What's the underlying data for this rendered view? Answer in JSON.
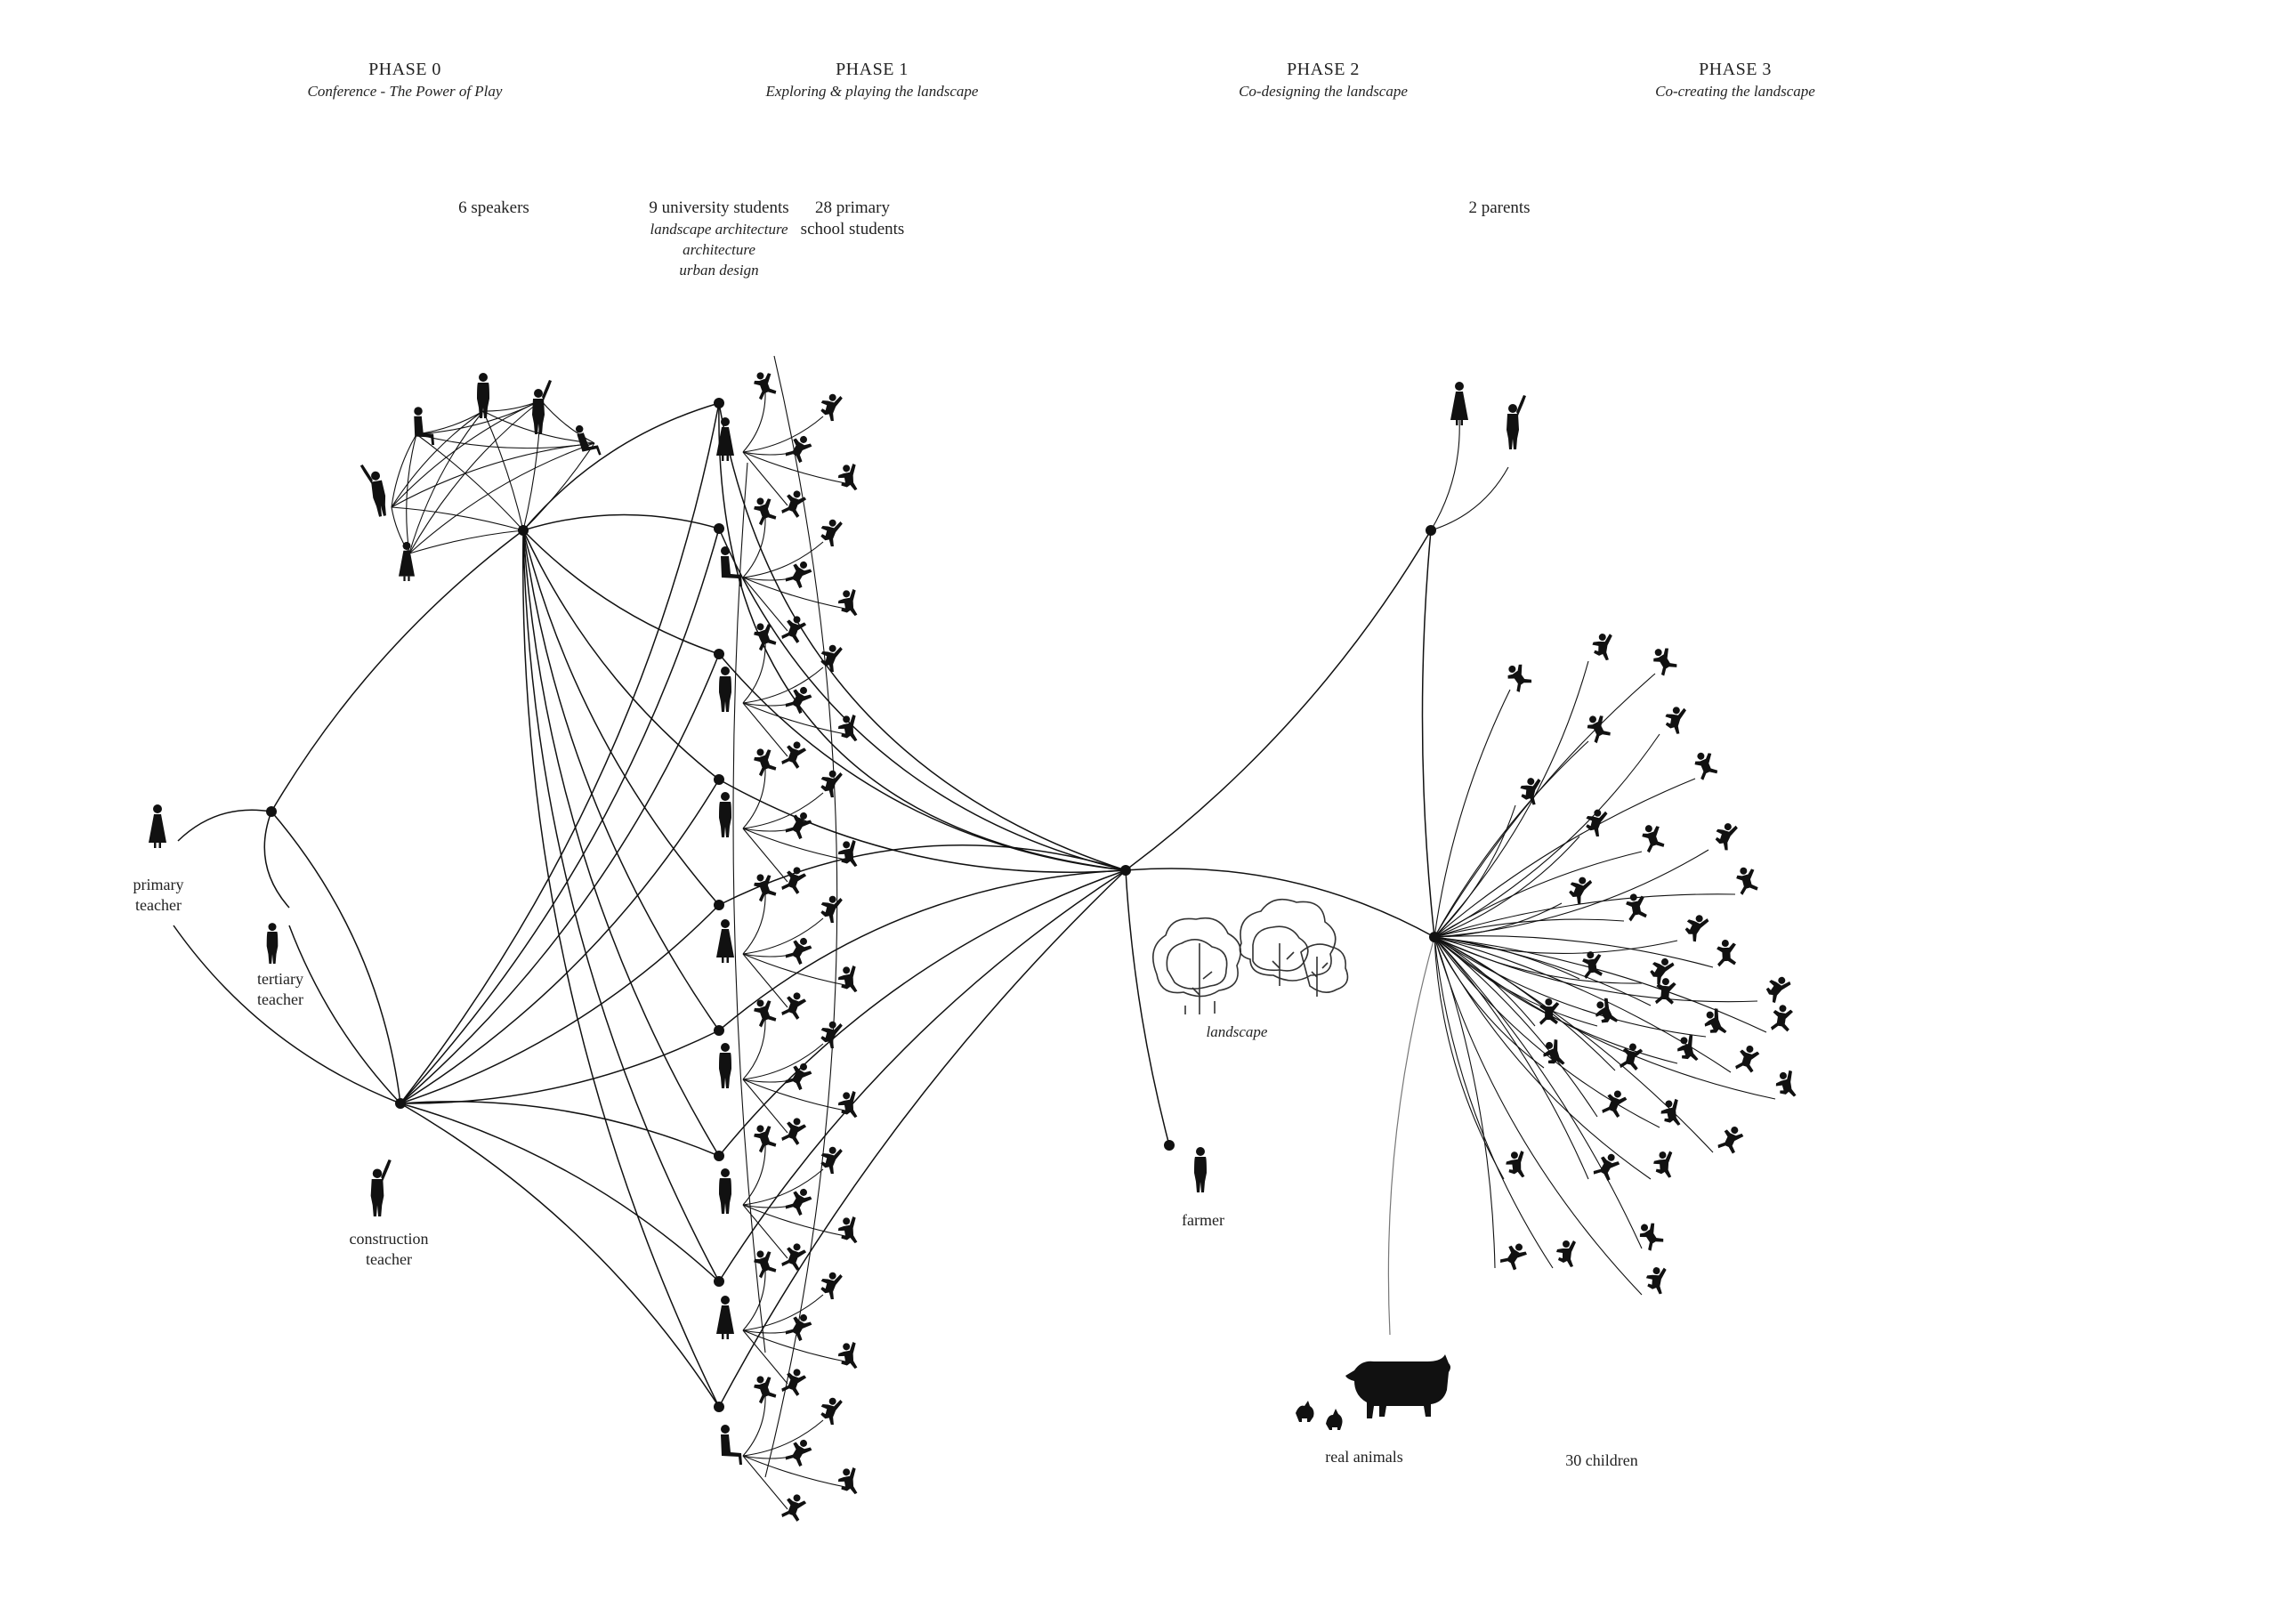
{
  "phases": [
    {
      "title": "PHASE 0",
      "subtitle": "Conference - The Power of  Play"
    },
    {
      "title": "PHASE 1",
      "subtitle": "Exploring & playing the landscape"
    },
    {
      "title": "PHASE 2",
      "subtitle": "Co-designing the landscape"
    },
    {
      "title": "PHASE 3",
      "subtitle": "Co-creating the landscape"
    }
  ],
  "groups": {
    "speakers": "6 speakers",
    "university_students": "9 university students",
    "disciplines": [
      "landscape architecture",
      "architecture",
      "urban design"
    ],
    "primary_students_line1": "28 primary",
    "primary_students_line2": "school students",
    "parents": "2 parents",
    "children": "30 children"
  },
  "actors": {
    "primary_teacher": [
      "primary",
      "teacher"
    ],
    "tertiary_teacher": [
      "tertiary",
      "teacher"
    ],
    "construction_teacher": [
      "construction",
      "teacher"
    ],
    "farmer": "farmer",
    "landscape": "landscape",
    "real_animals": "real animals"
  },
  "icons": {
    "standing_adult": "standing-person-icon",
    "child": "playing-child-icon",
    "trees": "trees-icon",
    "pig": "pig-icon",
    "small_animal": "small-animal-icon"
  },
  "colors": {
    "ink": "#111111",
    "background": "#ffffff"
  }
}
